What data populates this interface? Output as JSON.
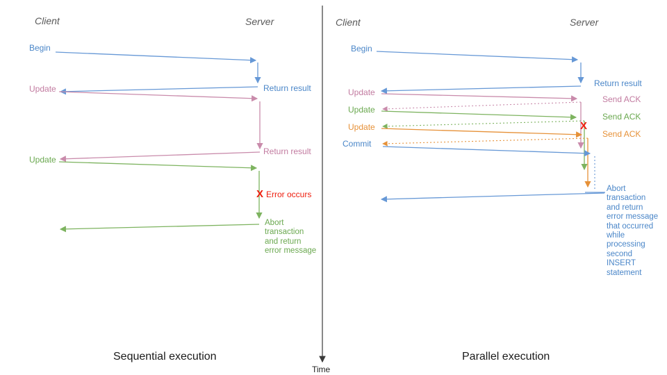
{
  "sequential": {
    "client_header": "Client",
    "server_header": "Server",
    "begin_label": "Begin",
    "return_result_1": "Return result",
    "update1_label": "Update",
    "return_result_2": "Return result",
    "update2_label": "Update",
    "error_x": "X",
    "error_label": "Error occurs",
    "abort_label": "Abort\ntransaction\nand return\nerror message",
    "caption": "Sequential execution"
  },
  "parallel": {
    "client_header": "Client",
    "server_header": "Server",
    "begin_label": "Begin",
    "return_result": "Return result",
    "update1_label": "Update",
    "ack1_label": "Send ACK",
    "update2_label": "Update",
    "ack2_label": "Send ACK",
    "update3_label": "Update",
    "ack3_label": "Send ACK",
    "commit_label": "Commit",
    "error_x": "X",
    "abort_label": "Abort\ntransaction\nand return\nerror message\nthat occurred\nwhile\nprocessing\nsecond\nINSERT\nstatement",
    "caption": "Parallel execution"
  },
  "time_axis": {
    "label": "Time"
  },
  "colors": {
    "blue": "#4a86c8",
    "pink": "#c27ba0",
    "green": "#6aa84f",
    "orange": "#e69138",
    "red": "#ee1c0c",
    "header_gray": "#595959"
  }
}
